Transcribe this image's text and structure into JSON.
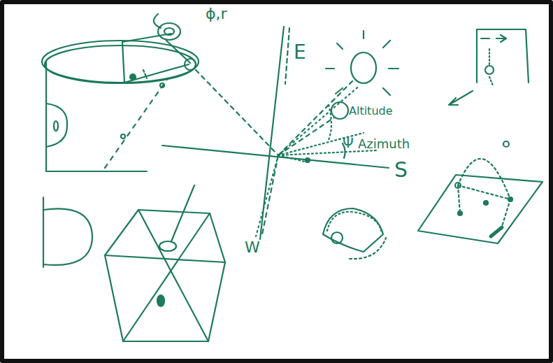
{
  "diagram": {
    "labels": [
      "ϕ,r",
      "E",
      "Altitude",
      "Ψ",
      "Azimuth",
      "S",
      "W"
    ]
  }
}
